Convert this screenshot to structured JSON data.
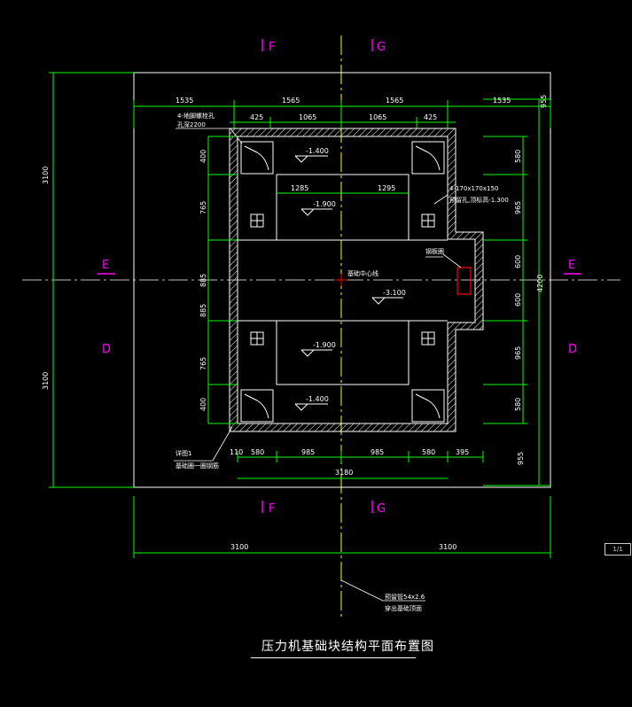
{
  "colors": {
    "dim": "#00ff00",
    "wall": "#ffffff",
    "axis": "#ff00ff",
    "center": "#ffff00",
    "marker": "#ff0000",
    "bg": "#000000"
  },
  "axes": {
    "F": "F",
    "G": "G",
    "E": "E",
    "D": "D"
  },
  "dims": {
    "top": [
      "1535",
      "1565",
      "1565",
      "1535"
    ],
    "inner_top": [
      "425",
      "1065",
      "1065",
      "425"
    ],
    "mid": [
      "1285",
      "1295"
    ],
    "bottom": [
      "110",
      "580",
      "985",
      "985",
      "580",
      "395"
    ],
    "bottom_total": "3180",
    "lower": [
      "3100",
      "3100"
    ],
    "left_outer": [
      "3100",
      "3100"
    ],
    "left_inner": [
      "400",
      "765",
      "885",
      "885",
      "765",
      "400"
    ],
    "right_inner": [
      "580",
      "965",
      "600",
      "600",
      "965",
      "580"
    ],
    "right_outer": [
      "955",
      "4200",
      "955"
    ]
  },
  "levels": {
    "l1": "-1.400",
    "l2": "-1.900",
    "l3": "-3.100",
    "l4": "-1.900",
    "l5": "-1.400"
  },
  "notes": {
    "note_tl_1": "4-地脚螺栓孔",
    "note_tl_2": "孔深2200",
    "note_tr_1": "4-170x170x150",
    "note_tr_2": "预留孔,顶标高-1.300",
    "note_right": "钢板圈",
    "note_center": "基础中心线",
    "note_bl_1": "详图1",
    "note_bl_2": "基础圈一圈钢筋",
    "note_br_1": "预留管54x2.6",
    "note_br_2": "穿出基础顶面"
  },
  "title": "压力机基础块结构平面布置图",
  "tag": "1/1"
}
